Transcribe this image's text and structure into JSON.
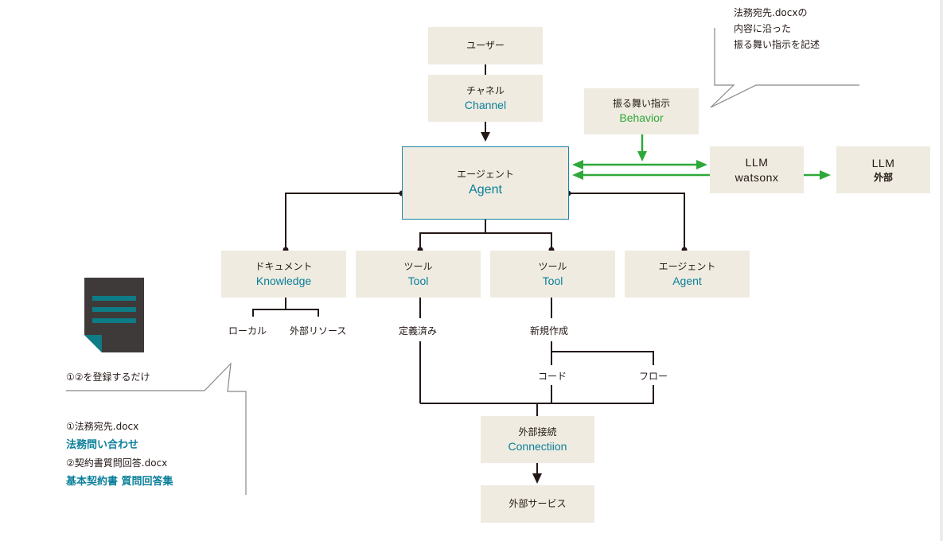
{
  "nodes": {
    "user": {
      "jp": "ユーザー"
    },
    "channel": {
      "jp": "チャネル",
      "en": "Channel"
    },
    "agent_main": {
      "jp": "エージェント",
      "en": "Agent"
    },
    "behavior": {
      "jp": "振る舞い指示",
      "en": "Behavior"
    },
    "llm_watsonx": {
      "top": "LLM",
      "bottom": "watsonx"
    },
    "llm_external": {
      "top": "LLM",
      "bottom": "外部"
    },
    "knowledge": {
      "jp": "ドキュメント",
      "en": "Knowledge"
    },
    "tool_1": {
      "jp": "ツール",
      "en": "Tool"
    },
    "tool_2": {
      "jp": "ツール",
      "en": "Tool"
    },
    "agent_sub": {
      "jp": "エージェント",
      "en": "Agent"
    },
    "connection": {
      "jp": "外部接続",
      "en": "Connectiion"
    },
    "external_service": {
      "jp": "外部サービス"
    }
  },
  "labels": {
    "local": "ローカル",
    "external_resource": "外部リソース",
    "predefined": "定義済み",
    "new_creation": "新規作成",
    "code": "コード",
    "flow": "フロー"
  },
  "callout_top": {
    "lines": [
      "法務宛先.docxの",
      "内容に沿った",
      "振る舞い指示を記述"
    ]
  },
  "callout_left": {
    "heading": "①②を登録するだけ",
    "items": [
      {
        "file": "①法務宛先.docx",
        "title": "法務問い合わせ"
      },
      {
        "file": "②契約書質問回答.docx",
        "title": "基本契約書 質問回答集"
      }
    ]
  },
  "icons": {
    "document": "document-icon"
  },
  "colors": {
    "node_bg": "#efebe0",
    "accent_teal": "#0a7f9a",
    "accent_green": "#2ea83a",
    "line_dark": "#231815"
  }
}
